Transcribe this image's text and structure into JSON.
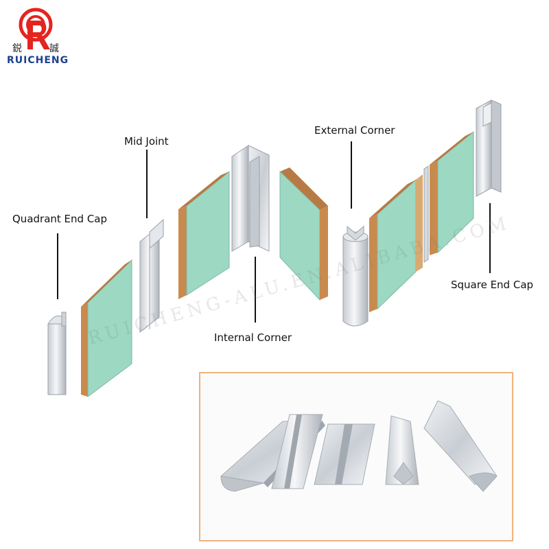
{
  "brand": {
    "chinese_left": "鋭",
    "chinese_right": "誠",
    "name": "RUICHENG",
    "colors": {
      "red": "#e52420",
      "blue": "#1b3f8f"
    }
  },
  "labels": {
    "quadrant_end_cap": "Quadrant End Cap",
    "mid_joint": "Mid Joint",
    "internal_corner": "Internal Corner",
    "external_corner": "External Corner",
    "square_end_cap": "Square End Cap"
  },
  "watermark": "RUICHENG-ALU.EN.ALIBABA.COM",
  "colors": {
    "panel_face": "#9cd8c2",
    "panel_edge": "#c98a4e",
    "frame_border": "#f0b27a",
    "profile_metal": "#d9dde2"
  }
}
